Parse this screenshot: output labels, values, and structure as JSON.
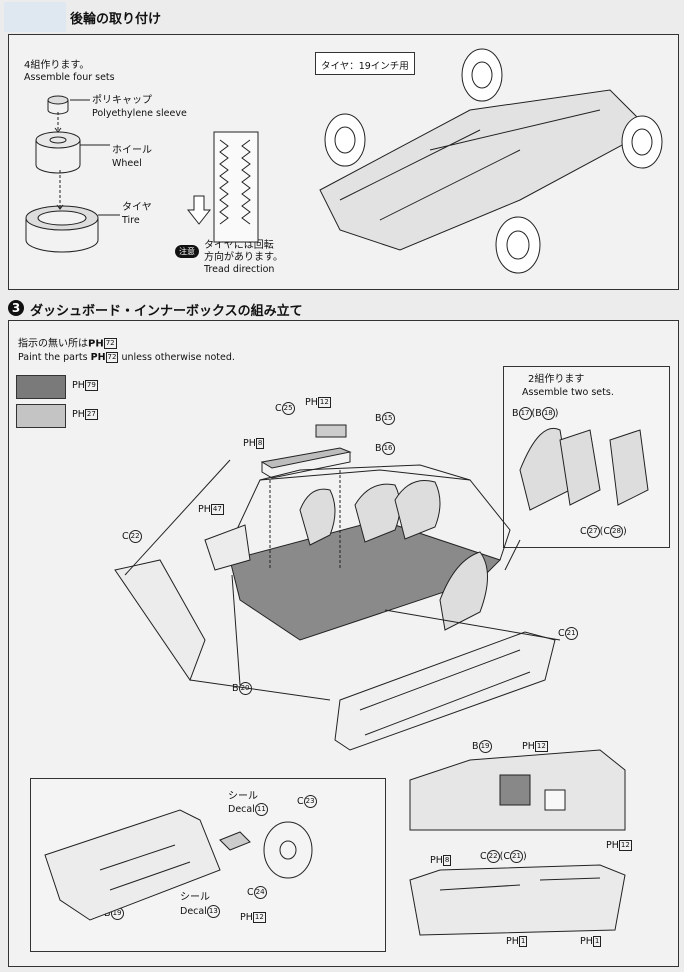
{
  "header": {
    "logo_text": "",
    "step2_title": "後輪の取り付け",
    "step3_number": "3",
    "step3_title": "ダッシュボード・インナーボックスの組み立て"
  },
  "step2": {
    "sets_jp": "4組作ります。",
    "sets_en": "Assemble four sets",
    "sleeve_jp": "ポリキャップ",
    "sleeve_en": "Polyethylene sleeve",
    "wheel_jp": "ホイール",
    "wheel_en": "Wheel",
    "tire_jp": "タイヤ",
    "tire_en": "Tire",
    "warn_badge": "注意",
    "tread_jp1": "タイヤには回転",
    "tread_jp2": "方向があります。",
    "tread_en": "Tread direction",
    "tire_note": "タイヤ：19インチ用"
  },
  "step3": {
    "paint_jp": "指示の無い所は",
    "paint_jp_tail": "",
    "paint_en_a": "Paint the parts",
    "paint_en_b": "unless otherwise noted.",
    "ph_code": "PH",
    "ph72": "72",
    "ph79": "79",
    "ph27": "27",
    "ph8": "8",
    "ph12": "12",
    "ph47": "47",
    "ph1": "1",
    "two_sets_jp": "2組作ります",
    "two_sets_en": "Assemble two sets.",
    "decal_jp": "シール",
    "decal_en": "Decal",
    "parts": {
      "c25": "25",
      "b15": "15",
      "b16": "16",
      "c22": "22",
      "b20": "20",
      "c21": "21",
      "b17": "17",
      "b18": "18",
      "c27": "27",
      "c28": "28",
      "b19": "19",
      "c23": "23",
      "c24": "24",
      "d11": "11",
      "d13": "13"
    },
    "letters": {
      "b": "B",
      "c": "C"
    }
  },
  "colors": {
    "dark_swatch": "#7a7a7a",
    "light_swatch": "#c4c4c4"
  }
}
